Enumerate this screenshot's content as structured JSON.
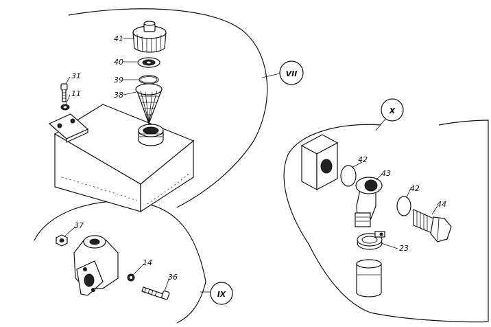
{
  "callouts": {
    "c41": "41",
    "c40": "40",
    "c39": "39",
    "c38": "38",
    "c31": "31",
    "c11": "11",
    "c42a": "42",
    "c43": "43",
    "c42b": "42",
    "c44": "44",
    "c23": "23",
    "c37": "37",
    "c14": "14",
    "c36": "36"
  },
  "views": {
    "vii": "VII",
    "x": "X",
    "ix": "IX"
  }
}
